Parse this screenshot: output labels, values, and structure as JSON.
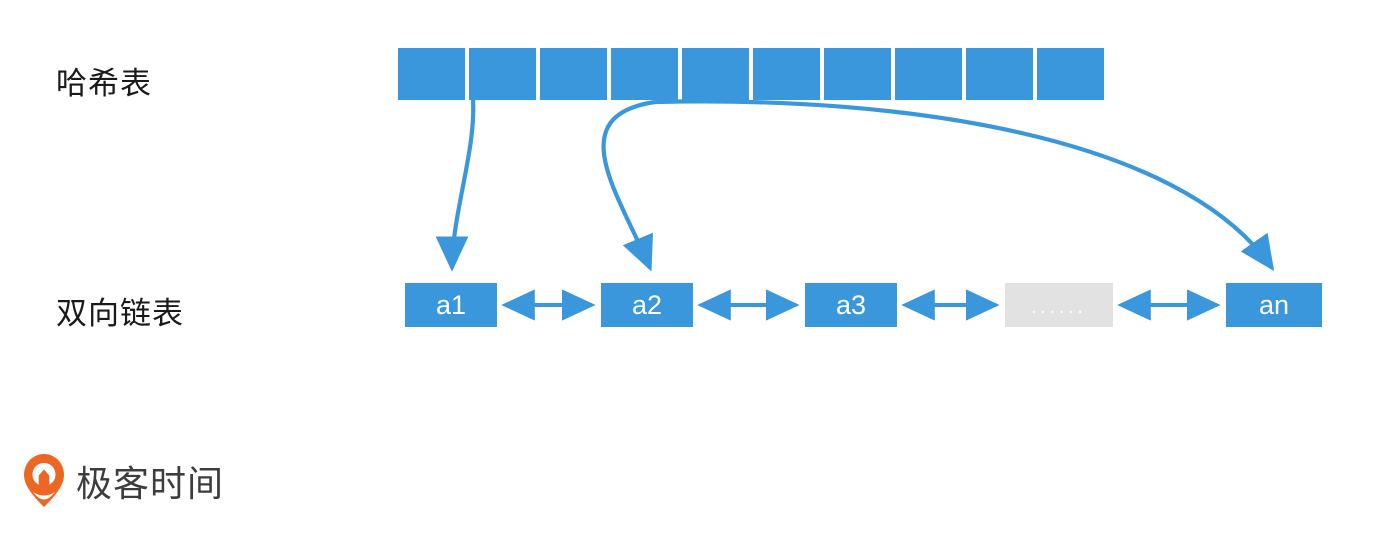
{
  "diagram": {
    "title_hash": "哈希表",
    "title_list": "双向链表",
    "hash_table": {
      "cell_count": 10,
      "cells": [
        "",
        "",
        "",
        "",
        "",
        "",
        "",
        "",
        "",
        ""
      ],
      "color": "#3a97db"
    },
    "linked_list": {
      "nodes": [
        {
          "label": "a1",
          "type": "node"
        },
        {
          "label": "a2",
          "type": "node"
        },
        {
          "label": "a3",
          "type": "node"
        },
        {
          "label": "......",
          "type": "placeholder"
        },
        {
          "label": "an",
          "type": "node"
        }
      ],
      "node_color": "#3a97db",
      "placeholder_color": "#e2e2e2",
      "connector": "double-arrow"
    },
    "pointers": [
      {
        "from_cell_index": 1,
        "to_node": "a1"
      },
      {
        "from_cell_index": 3,
        "to_node": "a2"
      },
      {
        "from_cell_index": 3,
        "to_node": "an"
      }
    ]
  },
  "branding": {
    "logo_text": "极客时间",
    "logo_mark_color": "#ec6724",
    "logo_text_color": "#3d3d3d"
  }
}
